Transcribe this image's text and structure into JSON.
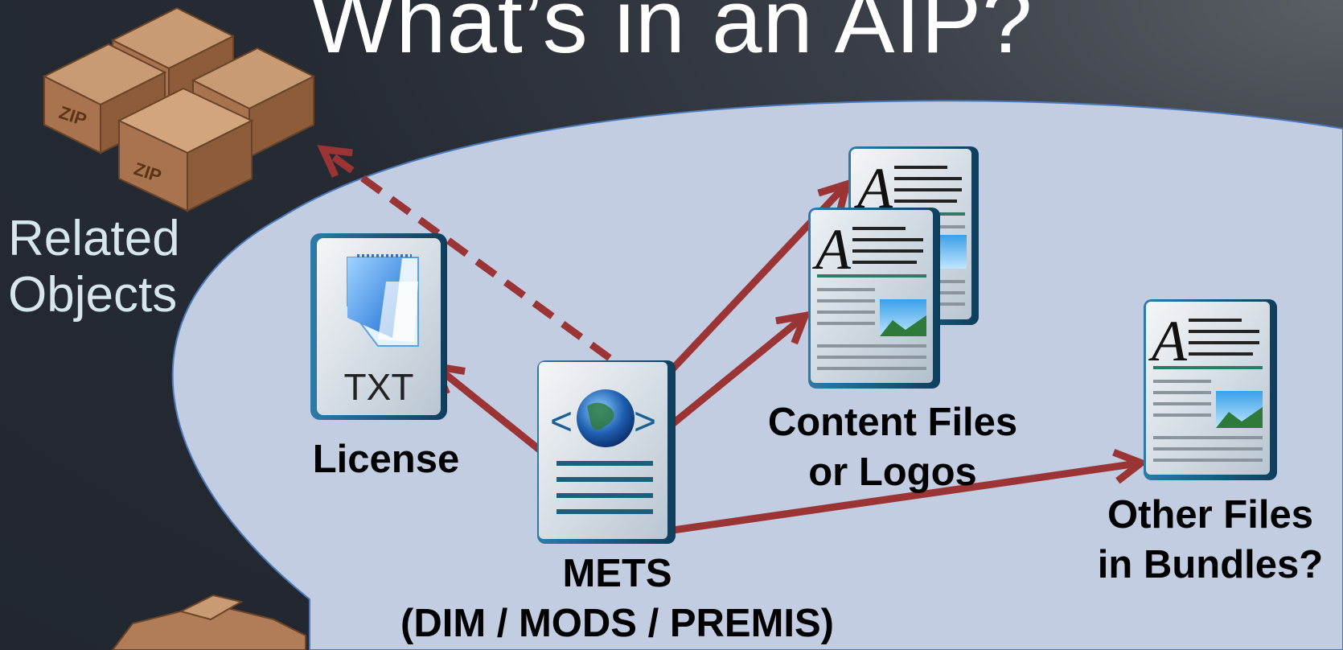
{
  "slide": {
    "title": "What’s in an AIP?",
    "related_objects": [
      "Related",
      "Objects"
    ]
  },
  "labels": {
    "license": "License",
    "content_files": [
      "Content Files",
      "or Logos"
    ],
    "other_files": [
      "Other Files",
      "in Bundles?"
    ],
    "mets": [
      "METS",
      "(DIM / MODS / PREMIS)"
    ],
    "txt_icon_text": "TXT",
    "zip_text": "ZIP"
  },
  "colors": {
    "background": "#262b33",
    "ellipse_fill": "#c3cde2",
    "ellipse_stroke": "#4a78b8",
    "arrow": "#9b3434",
    "box": "#b07d58"
  },
  "icons": [
    "zip-boxes-icon",
    "txt-file-icon",
    "mets-xml-icon",
    "document-icon"
  ]
}
